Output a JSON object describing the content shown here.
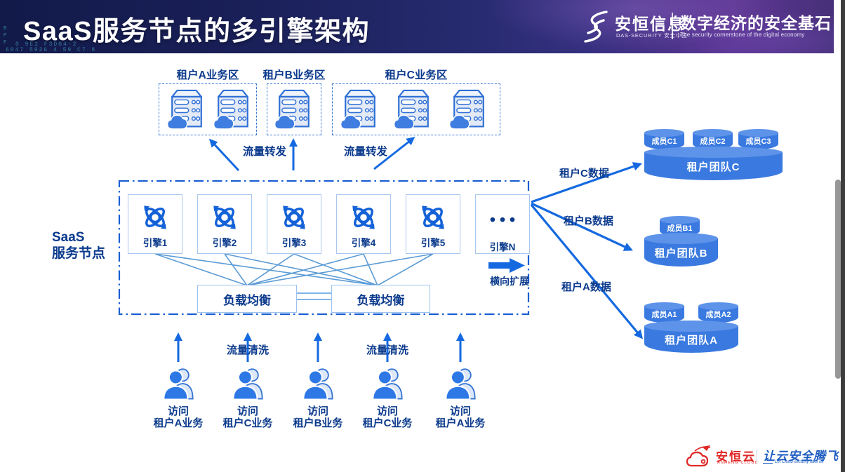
{
  "header": {
    "title": "SaaS服务节点的多引擎架构",
    "brand": {
      "name_cn": "安恒信息",
      "name_en": "DAS-SECURITY 安全中国",
      "slogan_cn": "数字经济的安全基石",
      "slogan_en": "The security cornerstone of the digital economy"
    },
    "code_col": "B\nP\nF",
    "code_line1": "0 9E2 F3D04-2",
    "code_line2": "6047 5926 4     59     C7  8"
  },
  "tenant_zones": [
    {
      "label": "租户A业务区"
    },
    {
      "label": "租户B业务区"
    },
    {
      "label": "租户C业务区"
    }
  ],
  "forward_labels": [
    "流量转发",
    "流量转发"
  ],
  "saas_node": {
    "label_line1": "SaaS",
    "label_line2": "服务节点",
    "engines": [
      "引擎1",
      "引擎2",
      "引擎3",
      "引擎4",
      "引擎5"
    ],
    "engine_n": {
      "dots": "•••",
      "label": "引擎N"
    },
    "load_balancers": [
      "负载均衡",
      "负载均衡"
    ],
    "expand_label": "横向扩展"
  },
  "data_flows": [
    {
      "label": "租户C数据"
    },
    {
      "label": "租户B数据"
    },
    {
      "label": "租户A数据"
    }
  ],
  "tenant_teams": [
    {
      "name": "租户团队C",
      "members": [
        "成员C1",
        "成员C2",
        "成员C3"
      ]
    },
    {
      "name": "租户团队B",
      "members": [
        "成员B1"
      ]
    },
    {
      "name": "租户团队A",
      "members": [
        "成员A1",
        "成员A2"
      ]
    }
  ],
  "clean_labels": [
    "流量清洗",
    "流量清洗"
  ],
  "visitors": [
    {
      "line1": "访问",
      "line2": "租户A业务"
    },
    {
      "line1": "访问",
      "line2": "租户C业务"
    },
    {
      "line1": "访问",
      "line2": "租户B业务"
    },
    {
      "line1": "访问",
      "line2": "租户C业务"
    },
    {
      "line1": "访问",
      "line2": "租户A业务"
    }
  ],
  "footer": {
    "cloud_name": "安恒云",
    "cloud_name_en": "ANHENG CLOUD",
    "slogan_cn": "让云安全腾飞",
    "slogan_en": "Let Cloud-security take off"
  },
  "colors": {
    "navy_text": "#0b3a8c",
    "arrow_blue": "#1569e0",
    "mesh_blue": "#5b9bd5",
    "cylinder_body": "#3a7ae0",
    "cylinder_top": "#5e93ea",
    "brand_red": "#e02727"
  }
}
